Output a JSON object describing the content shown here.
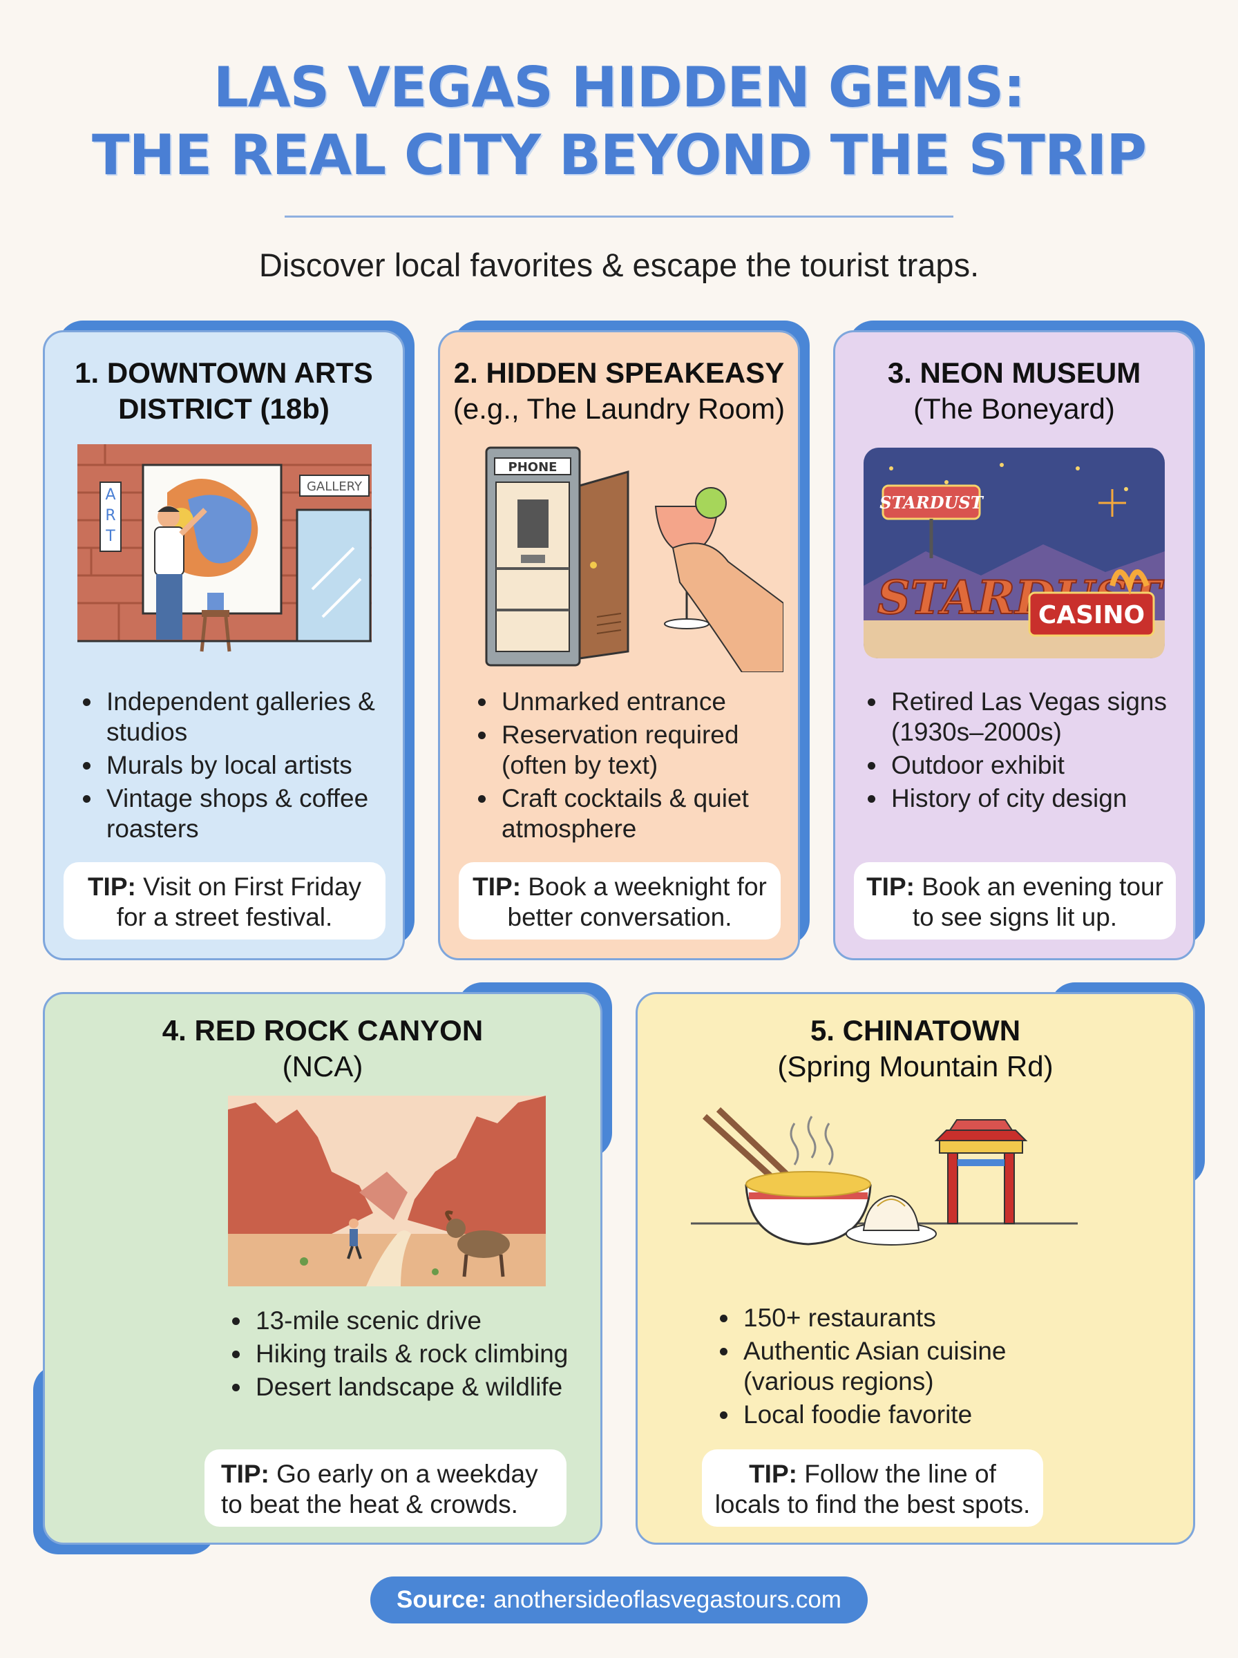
{
  "header": {
    "title_line1": "LAS VEGAS HIDDEN GEMS:",
    "title_line2": "THE REAL CITY BEYOND THE STRIP",
    "subtitle": "Discover local favorites & escape the tourist traps."
  },
  "cards": [
    {
      "title_line1": "1. DOWNTOWN ARTS",
      "title_line2": "DISTRICT (18b)",
      "bullets": [
        "Independent galleries & studios",
        "Murals by local artists",
        "Vintage shops & coffee roasters"
      ],
      "tip_label": "TIP:",
      "tip_text": " Visit on First Friday for a street festival.",
      "illus_text": {
        "art_sign": "ART",
        "gallery_sign": "GALLERY"
      },
      "bg": "#d5e7f7"
    },
    {
      "title_line1": "2. HIDDEN SPEAKEASY",
      "title_line2": "(e.g., The Laundry Room)",
      "bullets": [
        "Unmarked entrance",
        "Reservation required (often by text)",
        "Craft cocktails & quiet atmosphere"
      ],
      "tip_label": "TIP:",
      "tip_text": " Book a weeknight for better conversation.",
      "illus_text": {
        "phone_sign": "PHONE"
      },
      "bg": "#fbd9bf"
    },
    {
      "title_line1": "3. NEON MUSEUM",
      "title_line2": "(The Boneyard)",
      "bullets": [
        "Retired Las Vegas signs (1930s–2000s)",
        "Outdoor exhibit",
        "History of city design"
      ],
      "tip_label": "TIP:",
      "tip_text": " Book an evening tour to see signs lit up.",
      "illus_text": {
        "sign_small": "STARDUST",
        "sign_big": "STARDUST",
        "sign_casino": "CASINO"
      },
      "bg": "#e6d5ef"
    },
    {
      "title_line1": "4. RED ROCK CANYON",
      "title_line2": "(NCA)",
      "bullets": [
        "13-mile scenic drive",
        "Hiking trails & rock climbing",
        "Desert landscape & wildlife"
      ],
      "tip_label": "TIP:",
      "tip_text": " Go early on a weekday to beat the heat & crowds.",
      "bg": "#d6e9cf"
    },
    {
      "title_line1": "5. CHINATOWN",
      "title_line2": "(Spring Mountain Rd)",
      "bullets": [
        "150+ restaurants",
        "Authentic Asian cuisine (various regions)",
        "Local foodie favorite"
      ],
      "tip_label": "TIP:",
      "tip_text": " Follow the line of locals to find the best spots.",
      "bg": "#fbeebb"
    }
  ],
  "footer": {
    "source_label": "Source:",
    "source_text": " anothersideoflasvegastours.com"
  },
  "colors": {
    "accent": "#4a86d6",
    "title": "#4a7fd4"
  }
}
